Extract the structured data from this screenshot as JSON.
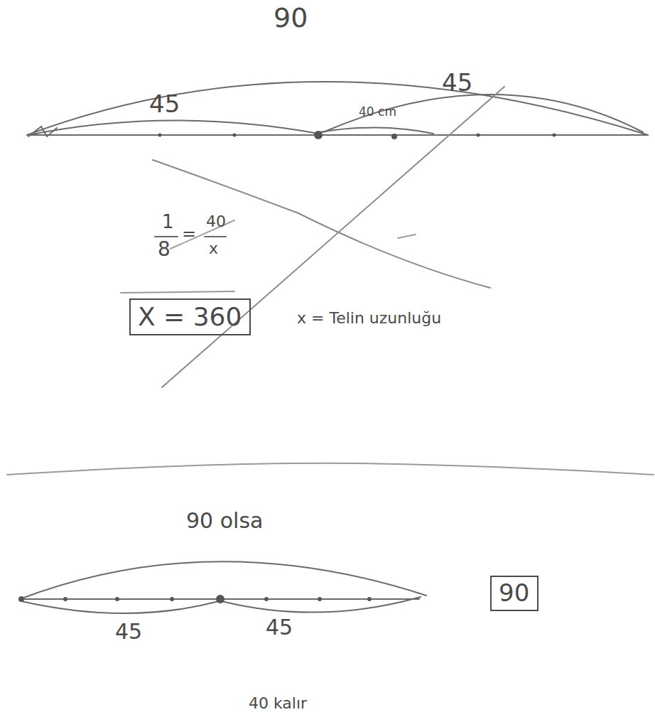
{
  "diagram": {
    "nodes": [
      {
        "text": [
          "X = 360"
        ]
      },
      {
        "text": [
          "90"
        ]
      }
    ],
    "labels": [
      "90",
      "45",
      "45",
      "40 cm",
      "1",
      "8",
      "=",
      "40",
      "x",
      "x = Telin uzunluğu",
      "90 olsa",
      "45",
      "45",
      "40 kalır"
    ]
  }
}
